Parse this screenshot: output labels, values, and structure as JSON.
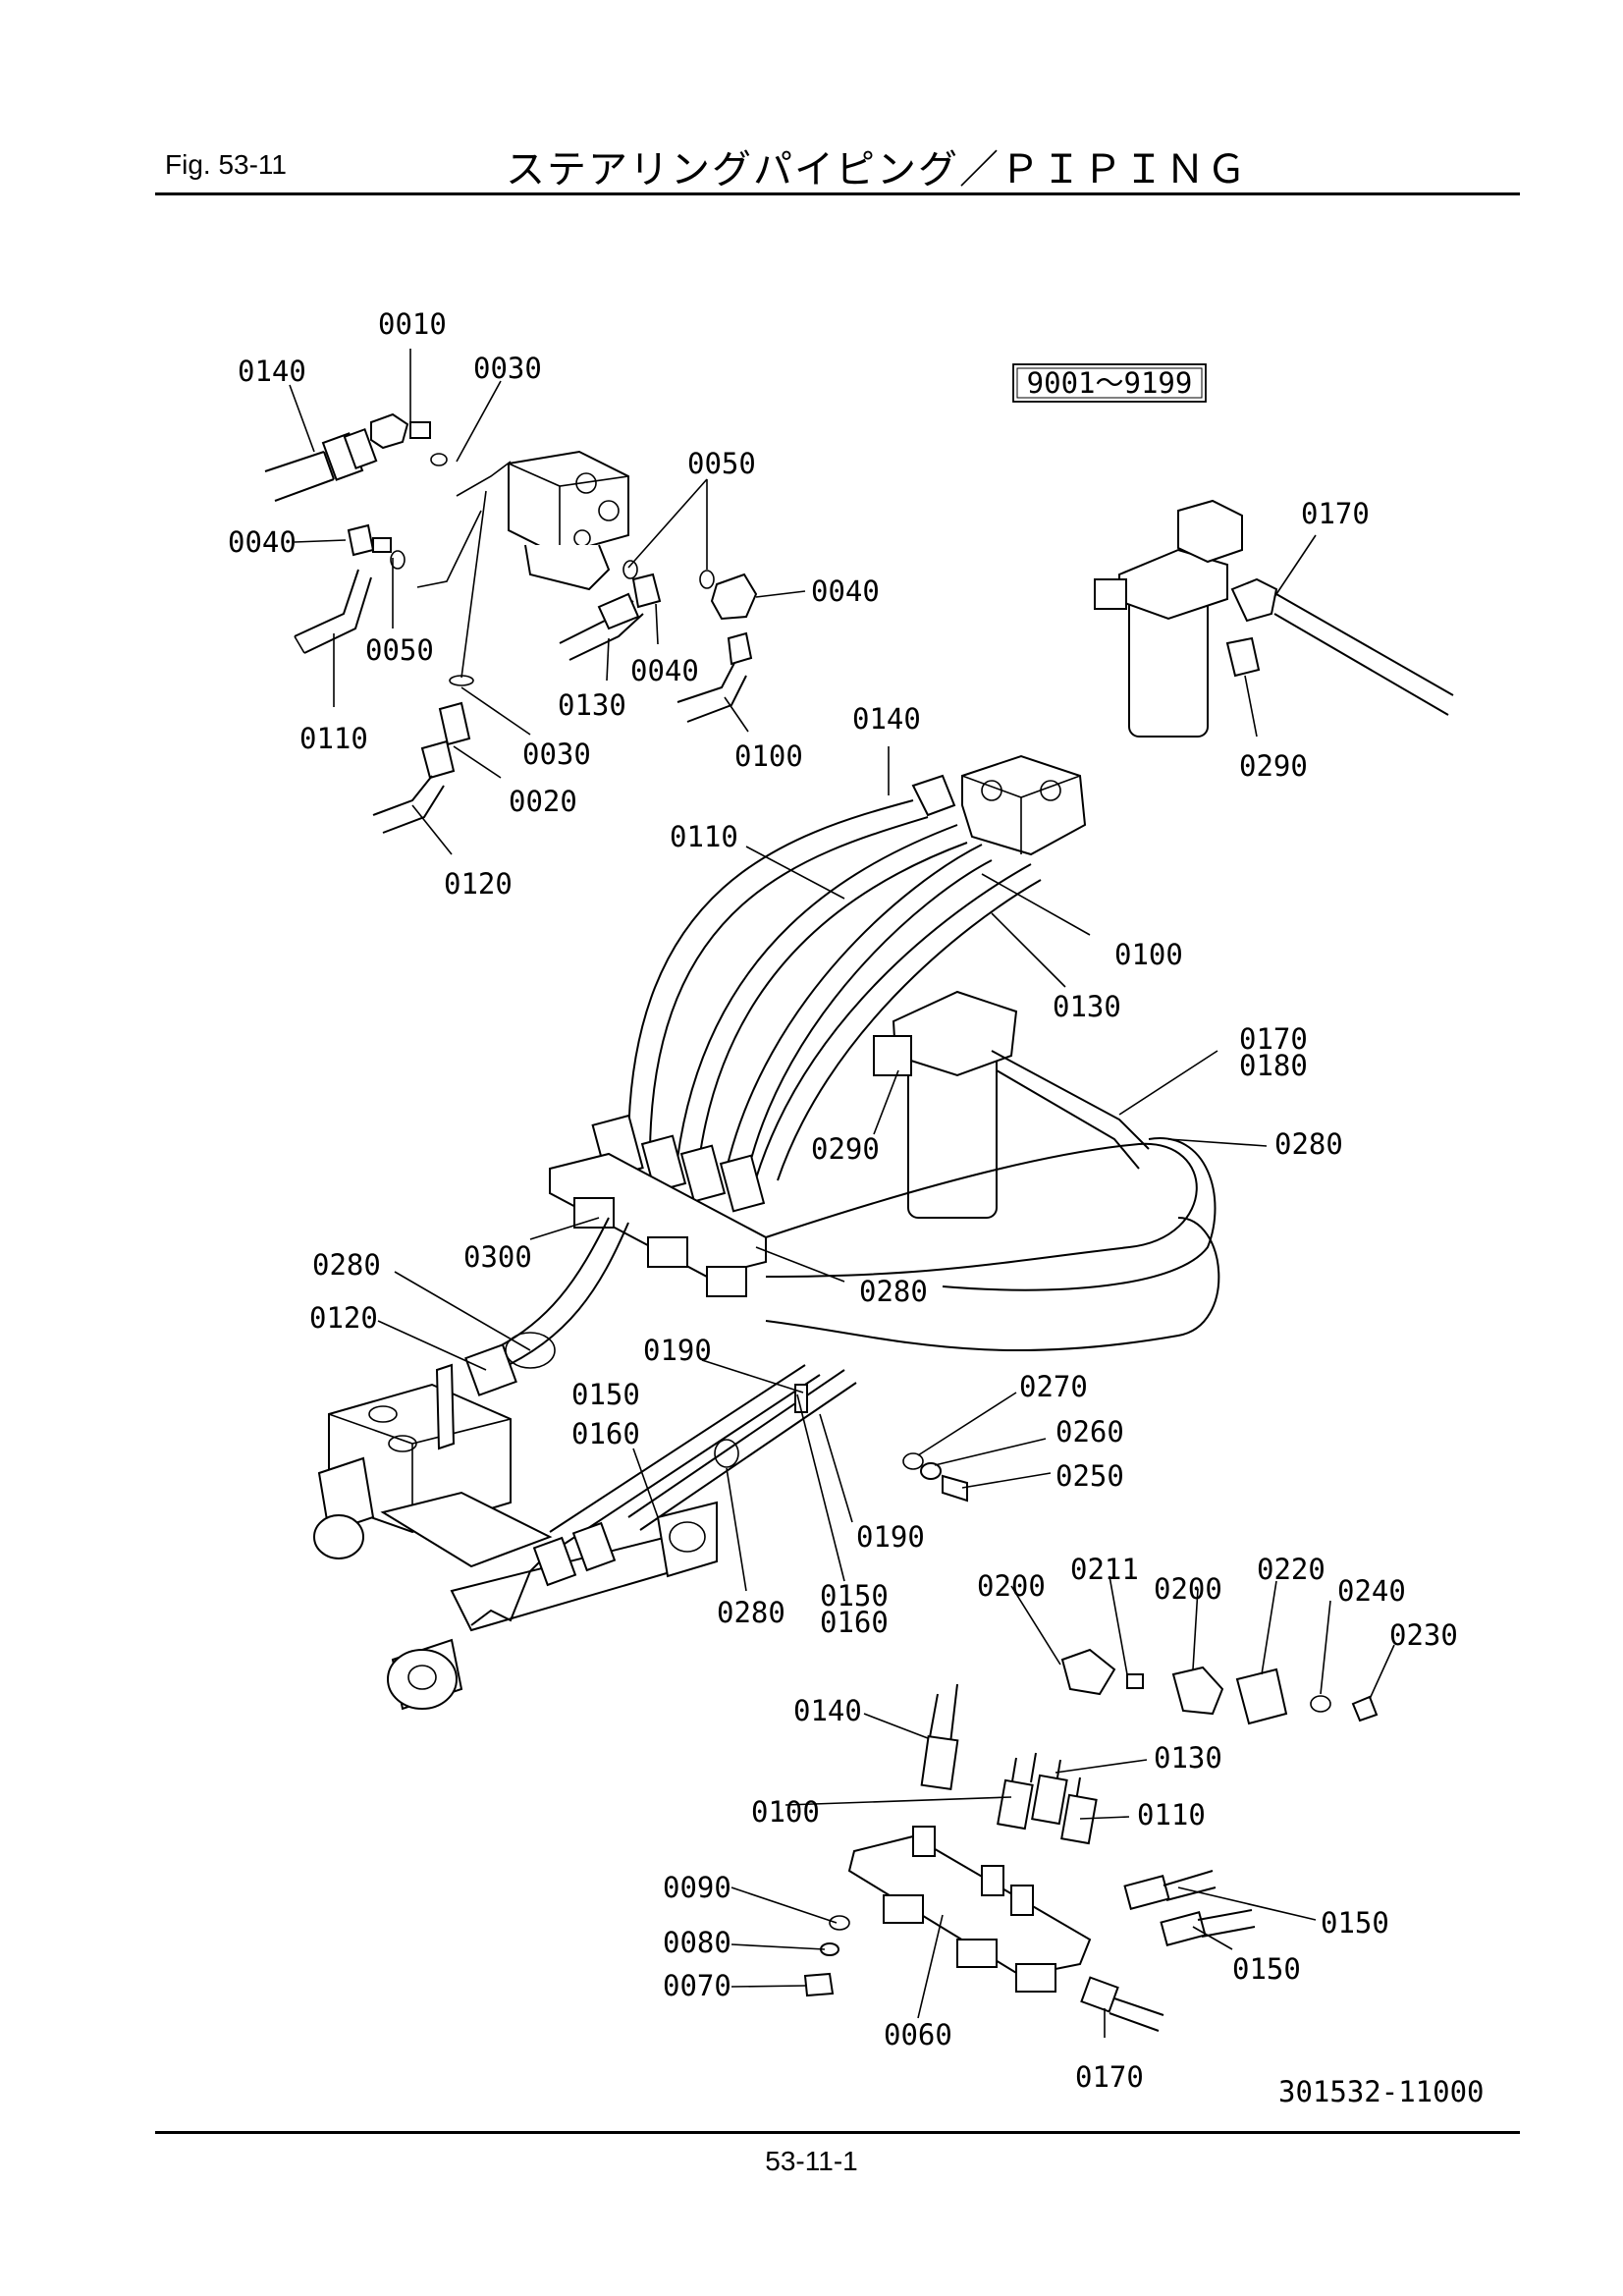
{
  "header": {
    "fig_label": "Fig.  53-11",
    "title": "ステアリングパイピング／ＰＩＰＩＮＧ"
  },
  "serial_range": "9001〜9199",
  "drawing_number": "301532-11000",
  "page_number": "53-11-1",
  "part_labels": [
    {
      "id": "0010"
    },
    {
      "id": "0140"
    },
    {
      "id": "0030"
    },
    {
      "id": "0050"
    },
    {
      "id": "0040"
    },
    {
      "id": "0040"
    },
    {
      "id": "0050"
    },
    {
      "id": "0040"
    },
    {
      "id": "0130"
    },
    {
      "id": "0110"
    },
    {
      "id": "0030"
    },
    {
      "id": "0100"
    },
    {
      "id": "0020"
    },
    {
      "id": "0120"
    },
    {
      "id": "0140"
    },
    {
      "id": "0170"
    },
    {
      "id": "0290"
    },
    {
      "id": "0110"
    },
    {
      "id": "0100"
    },
    {
      "id": "0130"
    },
    {
      "id": "0170"
    },
    {
      "id": "0180"
    },
    {
      "id": "0290"
    },
    {
      "id": "0280"
    },
    {
      "id": "0280"
    },
    {
      "id": "0300"
    },
    {
      "id": "0280"
    },
    {
      "id": "0120"
    },
    {
      "id": "0190"
    },
    {
      "id": "0270"
    },
    {
      "id": "0150"
    },
    {
      "id": "0260"
    },
    {
      "id": "0160"
    },
    {
      "id": "0250"
    },
    {
      "id": "0190"
    },
    {
      "id": "0280"
    },
    {
      "id": "0150"
    },
    {
      "id": "0160"
    },
    {
      "id": "0200"
    },
    {
      "id": "0211"
    },
    {
      "id": "0200"
    },
    {
      "id": "0220"
    },
    {
      "id": "0240"
    },
    {
      "id": "0230"
    },
    {
      "id": "0140"
    },
    {
      "id": "0130"
    },
    {
      "id": "0100"
    },
    {
      "id": "0110"
    },
    {
      "id": "0090"
    },
    {
      "id": "0150"
    },
    {
      "id": "0080"
    },
    {
      "id": "0150"
    },
    {
      "id": "0070"
    },
    {
      "id": "0060"
    },
    {
      "id": "0170"
    }
  ]
}
